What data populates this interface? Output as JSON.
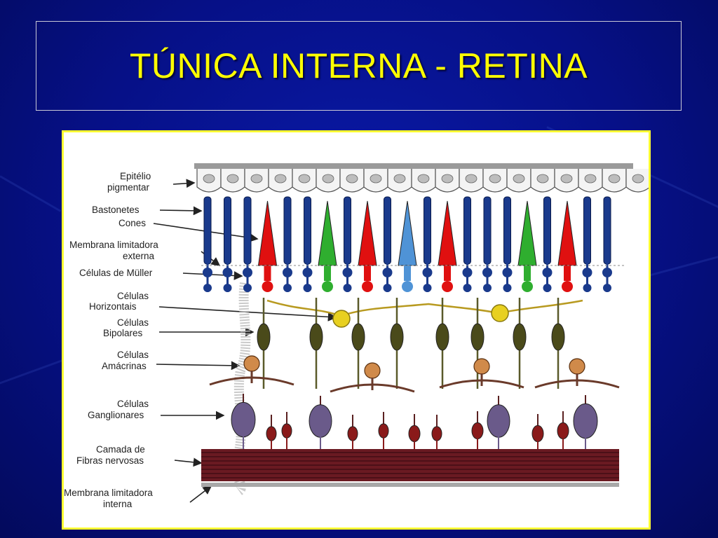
{
  "slide": {
    "title": "TÚNICA INTERNA - RETINA",
    "colors": {
      "background": "#061087",
      "title": "#ffff00",
      "frame_border": "#ffff33"
    }
  },
  "diagram": {
    "labels": {
      "epitelio_1": "Epitélio",
      "epitelio_2": "pigmentar",
      "bastonetes": "Bastonetes",
      "cones": "Cones",
      "membrana_ext_1": "Membrana limitadora",
      "membrana_ext_2": "externa",
      "muller": "Células de Müller",
      "horizontais_1": "Células",
      "horizontais_2": "Horizontais",
      "bipolares_1": "Células",
      "bipolares_2": "Bipolares",
      "amacrinas_1": "Células",
      "amacrinas_2": "Amácrinas",
      "ganglionares_1": "Células",
      "ganglionares_2": "Ganglionares",
      "fibras_1": "Camada de",
      "fibras_2": "Fibras nervosas",
      "membrana_int_1": "Membrana limitadora",
      "membrana_int_2": "interna"
    },
    "colors": {
      "rod": "#1a3a8c",
      "cone_red": "#e01010",
      "cone_green": "#2fae2f",
      "cone_blue": "#4f93d6",
      "horizontal": "#e8d020",
      "bipolar": "#4a4a1a",
      "amacrine": "#d08a4a",
      "ganglion": "#6a5a8a",
      "ganglion_red": "#8a1a1a",
      "fiber_layer": "#6a1a22"
    }
  }
}
